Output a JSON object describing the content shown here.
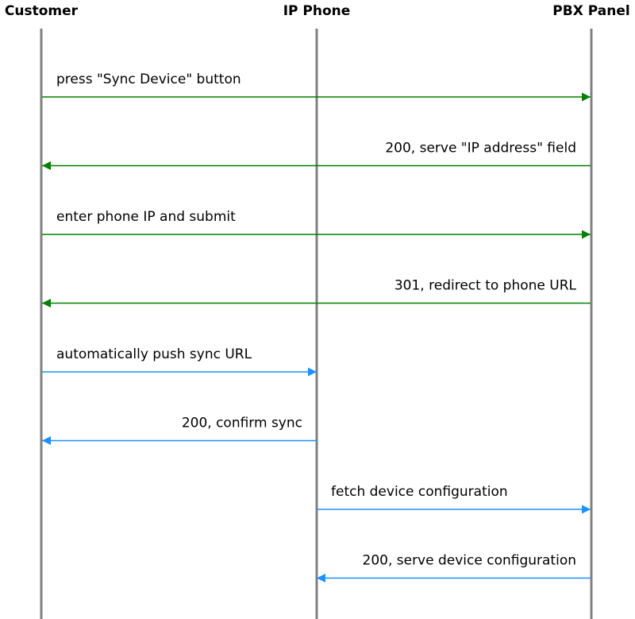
{
  "participants": [
    {
      "id": "customer",
      "name": "Customer"
    },
    {
      "id": "phone",
      "name": "IP Phone"
    },
    {
      "id": "pbx",
      "name": "PBX Panel"
    }
  ],
  "colors": {
    "web_flow": "#008000",
    "device_flow": "#1e90ff",
    "lifeline": "#808080"
  },
  "messages": [
    {
      "from": "customer",
      "to": "pbx",
      "label": "press \"Sync Device\" button",
      "flow": "web_flow"
    },
    {
      "from": "pbx",
      "to": "customer",
      "label": "200, serve \"IP address\" field",
      "flow": "web_flow"
    },
    {
      "from": "customer",
      "to": "pbx",
      "label": "enter phone IP and submit",
      "flow": "web_flow"
    },
    {
      "from": "pbx",
      "to": "customer",
      "label": "301, redirect to phone URL",
      "flow": "web_flow"
    },
    {
      "from": "customer",
      "to": "phone",
      "label": "automatically push sync URL",
      "flow": "device_flow"
    },
    {
      "from": "phone",
      "to": "customer",
      "label": "200, confirm sync",
      "flow": "device_flow"
    },
    {
      "from": "phone",
      "to": "pbx",
      "label": "fetch device configuration",
      "flow": "device_flow"
    },
    {
      "from": "pbx",
      "to": "phone",
      "label": "200, serve device configuration",
      "flow": "device_flow"
    }
  ]
}
